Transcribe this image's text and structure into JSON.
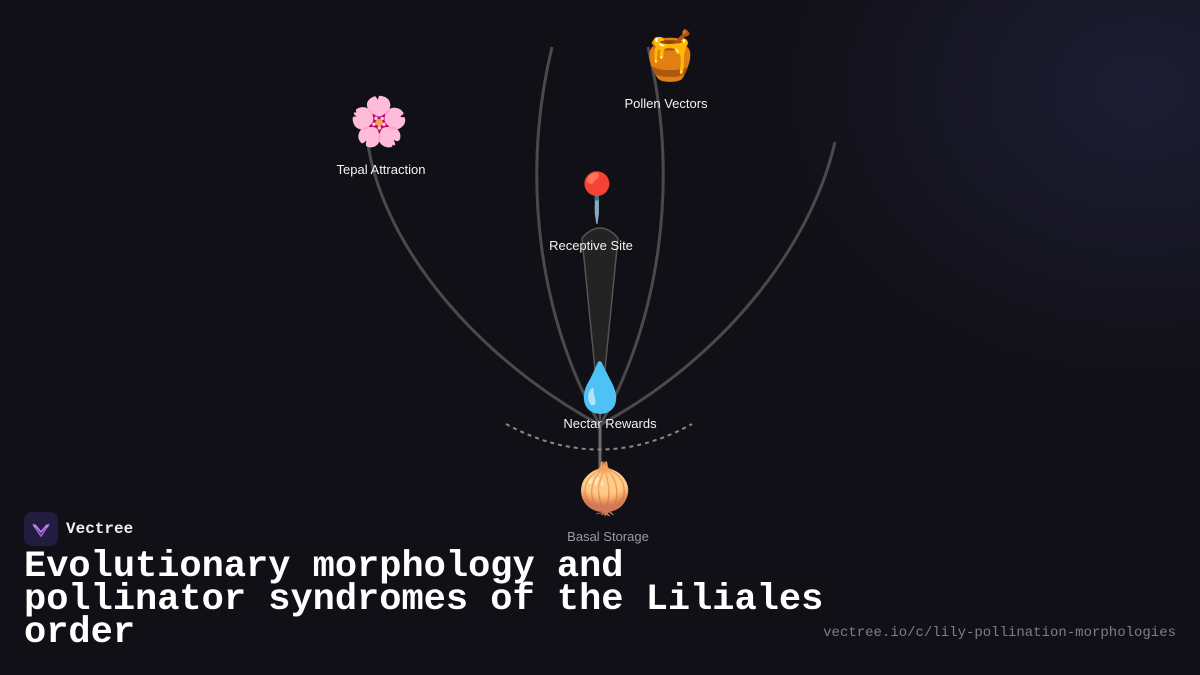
{
  "diagram": {
    "nodes": [
      {
        "id": "tepal",
        "icon": "🌸",
        "icon_name": "cherry-blossom-icon",
        "label": "Tepal Attraction"
      },
      {
        "id": "pollen",
        "icon": "🍯",
        "icon_name": "honey-pot-icon",
        "label": "Pollen Vectors"
      },
      {
        "id": "receptive",
        "icon": "📍",
        "icon_name": "pushpin-icon",
        "label": "Receptive Site"
      },
      {
        "id": "nectar",
        "icon": "💧",
        "icon_name": "droplet-icon",
        "label": "Nectar Rewards"
      },
      {
        "id": "basal",
        "icon": "🧅",
        "icon_name": "onion-icon",
        "label": "Basal Storage"
      }
    ]
  },
  "brand": {
    "name": "Vectree",
    "logo_icon": "vectree-logo-icon"
  },
  "title": "Evolutionary morphology and pollinator syndromes of the Liliales order",
  "url": "vectree.io/c/lily-pollination-morphologies",
  "colors": {
    "background": "#111016",
    "lines": "#4a4a4e",
    "logo_bg": "#221d3e",
    "logo_accent": "#9b59d6"
  }
}
